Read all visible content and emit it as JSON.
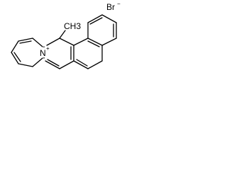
{
  "molecule": {
    "counterion": {
      "symbol": "Br",
      "charge": "−"
    },
    "ring_nitrogen": {
      "symbol": "N",
      "charge": "+"
    },
    "substituent": {
      "label": "CH3"
    },
    "colors": {
      "bond": "#000000",
      "text": "#000000",
      "background": "#ffffff"
    }
  }
}
